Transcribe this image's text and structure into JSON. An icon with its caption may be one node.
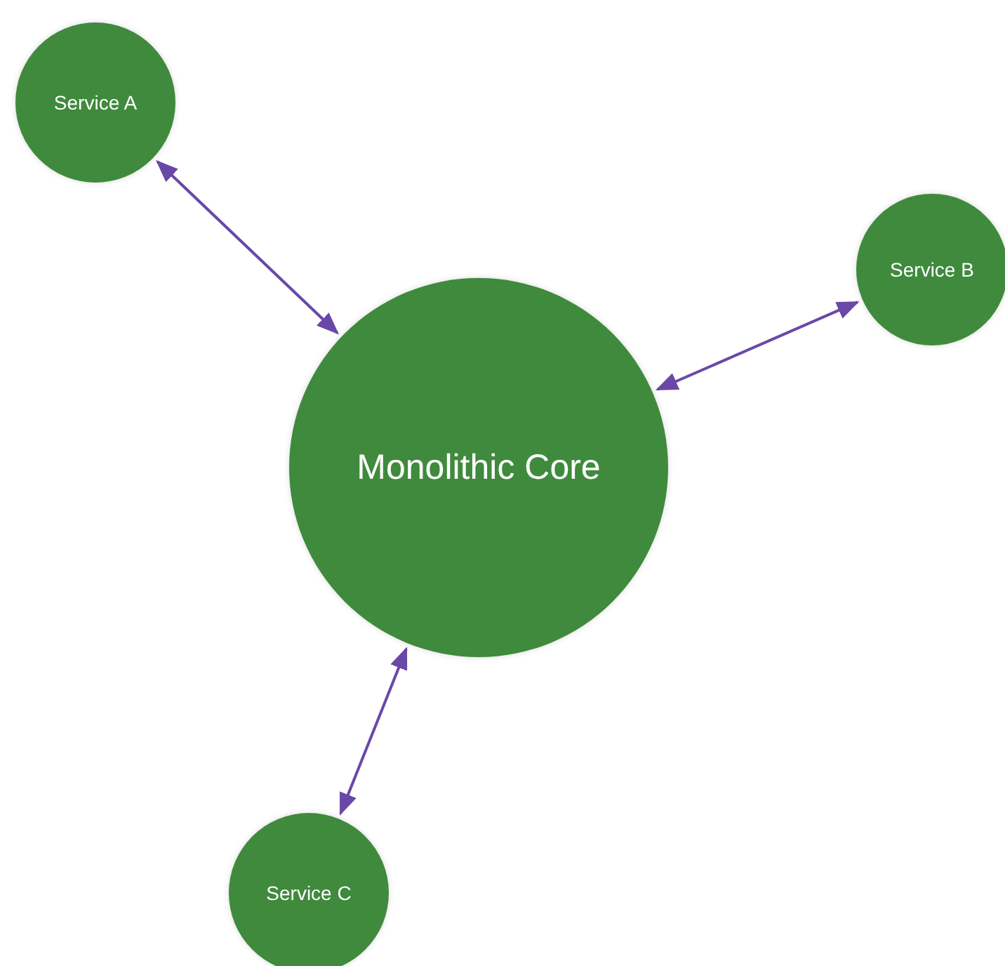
{
  "diagram": {
    "nodes": [
      {
        "text": [
          "Service A"
        ]
      },
      {
        "text": [
          "Service B"
        ]
      },
      {
        "text": [
          "Monolithic Core"
        ]
      },
      {
        "text": [
          "Service C"
        ]
      }
    ],
    "edges": [
      {
        "from": 0,
        "to": 2,
        "arrow": "both"
      },
      {
        "from": 2,
        "to": 1,
        "arrow": "both"
      },
      {
        "from": 2,
        "to": 3,
        "arrow": "both"
      }
    ]
  }
}
